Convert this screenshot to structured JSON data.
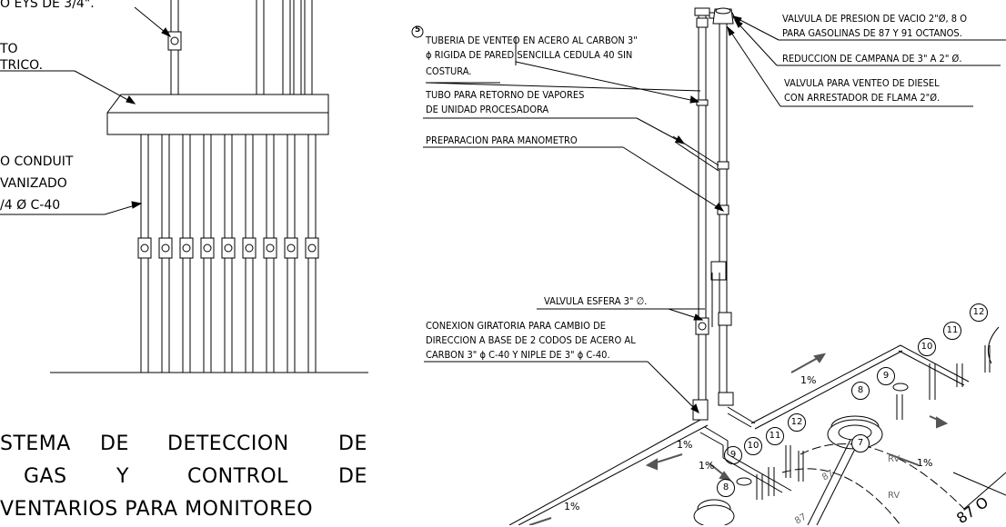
{
  "left": {
    "label_eys": "O EYS DE 3/4\".",
    "label_to": "TO",
    "label_trico": "TRICO.",
    "conduit_1": "O  CONDUIT",
    "conduit_2": "VANIZADO",
    "conduit_3": "/4 Ø C-40",
    "title_1": [
      "STEMA",
      "DE",
      "DETECCION",
      "DE"
    ],
    "title_2": [
      "GAS",
      "Y",
      "CONTROL",
      "DE"
    ],
    "title_3": "VENTARIOS PARA MONITOREO"
  },
  "right": {
    "circle_num": "5",
    "tuberia_1": "TUBERIA DE VENTEO EN ACERO AL CARBON 3\"",
    "tuberia_2": "ϕ RIGIDA DE PARED SENCILLA CEDULA 40 SIN",
    "tuberia_3": "COSTURA.",
    "retorno_1": "TUBO PARA RETORNO DE VAPORES",
    "retorno_2": "DE UNIDAD PROCESADORA",
    "manometro": "PREPARACION PARA MANOMETRO",
    "valvula_presion_1": "VALVULA DE PRESION DE VACIO 2\"Ø, 8 O",
    "valvula_presion_2": "PARA GASOLINAS DE 87 Y 91 OCTANOS.",
    "reduccion": "REDUCCION DE CAMPANA DE 3\" A 2\" Ø.",
    "valvula_diesel_1": "VALVULA PARA VENTEO DE DIESEL",
    "valvula_diesel_2": "CON ARRESTADOR DE FLAMA 2\"Ø.",
    "valvula_esfera": "VALVULA ESFERA 3\" ∅.",
    "conexion_1": "CONEXION GIRATORIA PARA CAMBIO DE",
    "conexion_2": "DIRECCION A BASE DE 2 CODOS DE ACERO AL",
    "conexion_3": "CARBON 3\" ϕ C-40 Y NIPLE DE 3\" ϕ C-40."
  },
  "slopes": [
    "1%",
    "1%",
    "1%",
    "1%",
    "1%"
  ],
  "callouts": [
    "12",
    "11",
    "10",
    "9",
    "8",
    "12",
    "11",
    "10",
    "9",
    "8",
    "7"
  ],
  "tank_labels": [
    "RV",
    "RV",
    "87",
    "87",
    "87 O"
  ]
}
